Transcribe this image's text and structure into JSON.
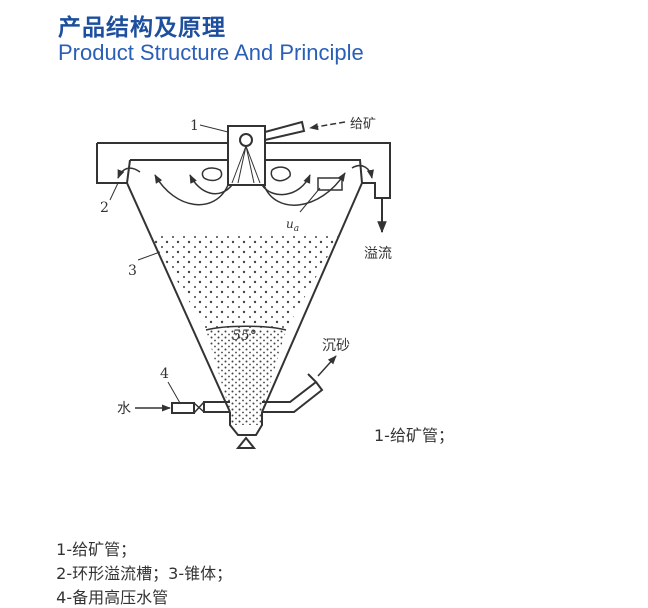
{
  "header": {
    "title_cn": "产品结构及原理",
    "title_en": "Product Structure And Principle",
    "color": "#1d4f9e"
  },
  "diagram": {
    "labels": {
      "part1": "1",
      "part2": "2",
      "part3": "3",
      "part4": "4",
      "feed": "给矿",
      "overflow": "溢流",
      "underflow": "沉砂",
      "water": "水",
      "angle": "55°",
      "velocity": "u",
      "velocity_sub": "a"
    }
  },
  "legend": {
    "side_note": "1-给矿管；",
    "items": [
      "1-给矿管；",
      "2-环形溢流槽；",
      "3-锥体；",
      "4-备用高压水管"
    ]
  }
}
